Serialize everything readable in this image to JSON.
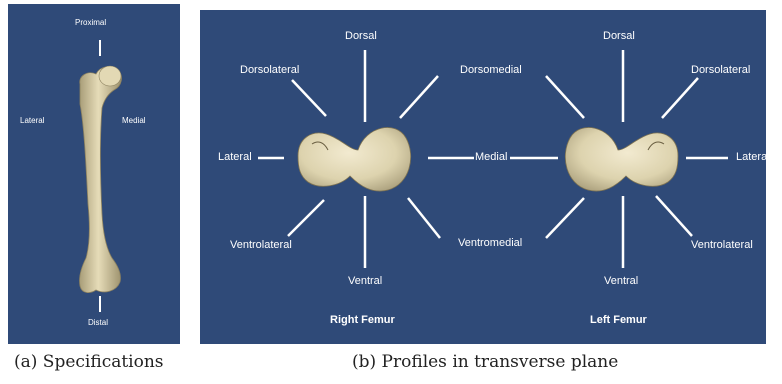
{
  "panel_a": {
    "labels": {
      "proximal": "Proximal",
      "lateral": "Lateral",
      "medial": "Medial",
      "distal": "Distal"
    },
    "caption": "(a) Specifications"
  },
  "panel_b": {
    "right_femur": {
      "title": "Right Femur",
      "dorsal": "Dorsal",
      "dorsolateral": "Dorsolateral",
      "dorsomedial": "Dorsomedial",
      "lateral": "Lateral",
      "medial": "Medial",
      "ventrolateral": "Ventrolateral",
      "ventromedial": "Ventromedial",
      "ventral": "Ventral"
    },
    "left_femur": {
      "title": "Left Femur",
      "dorsal": "Dorsal",
      "dorsolateral": "Dorsolateral",
      "lateral": "Lateral",
      "ventrolateral": "Ventrolateral",
      "ventral": "Ventral"
    },
    "caption": "(b) Profiles in transverse plane"
  },
  "colors": {
    "background": "#2f4a78",
    "bone": "#ddd3ae",
    "line": "#ffffff"
  }
}
